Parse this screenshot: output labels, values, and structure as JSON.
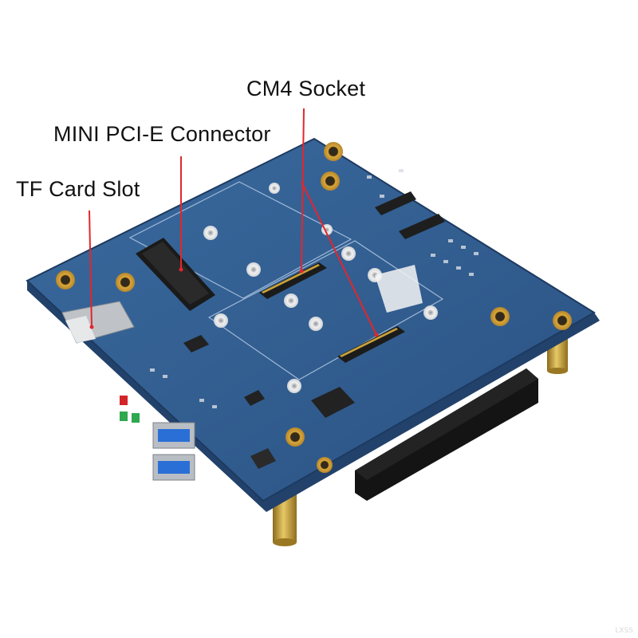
{
  "callouts": {
    "cm4_socket": "CM4 Socket",
    "mini_pcie_connector": "MINI PCI-E Connector",
    "tf_card_slot": "TF Card Slot"
  },
  "watermark": "LXSS",
  "colors": {
    "pcb": "#2f5b8c",
    "pcb_dark": "#1f3e66",
    "pcb_edge": "#27476e",
    "callout_line": "#e3262b",
    "standoff_brass": "#c9a23a",
    "connector_black": "#1a1a1a",
    "usb_blue": "#2a6fd6"
  }
}
